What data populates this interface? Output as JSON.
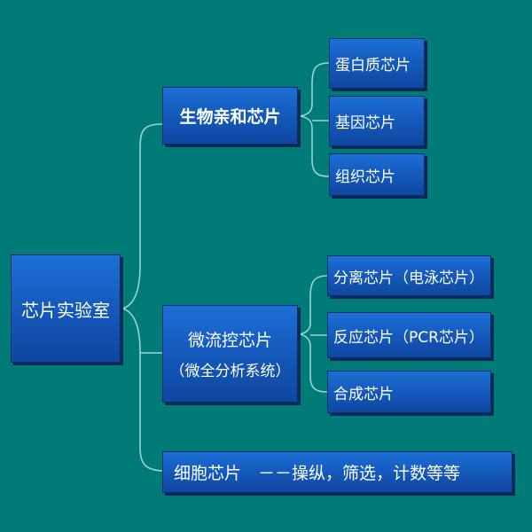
{
  "diagram": {
    "root": {
      "label": "芯片实验室"
    },
    "branches": [
      {
        "label": "生物亲和芯片",
        "children": [
          "蛋白质芯片",
          "基因芯片",
          "组织芯片"
        ]
      },
      {
        "label": "微流控芯片",
        "label_line2": "（微全分析系统）",
        "children": [
          "分离芯片（电泳芯片）",
          "反应芯片（PCR芯片）",
          "合成芯片"
        ]
      },
      {
        "label": "细胞芯片　－－操纵，筛选，计数等等",
        "children": []
      }
    ]
  },
  "colors": {
    "background": "#007b78",
    "box_fill": "#1457b8",
    "box_text": "#ffffff",
    "connector": "#9ad3d0"
  }
}
